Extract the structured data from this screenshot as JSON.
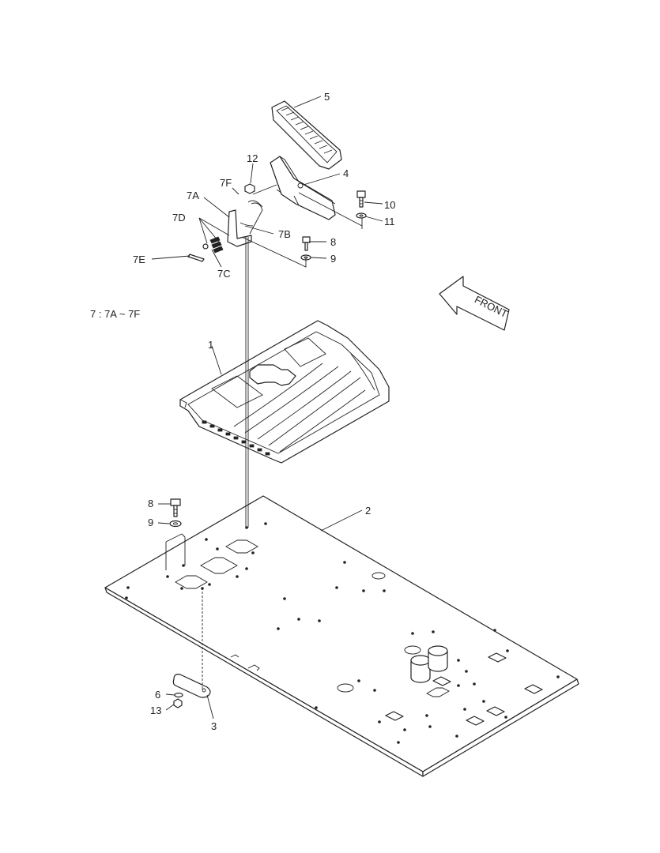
{
  "callouts": {
    "c1": "1",
    "c2": "2",
    "c3": "3",
    "c4": "4",
    "c5": "5",
    "c6": "6",
    "c7a": "7A",
    "c7b": "7B",
    "c7c": "7C",
    "c7d": "7D",
    "c7e": "7E",
    "c7f": "7F",
    "c8_upper": "8",
    "c8_lower": "8",
    "c9_upper": "9",
    "c9_lower": "9",
    "c10": "10",
    "c11": "11",
    "c12": "12",
    "c13": "13"
  },
  "group_note": "7 : 7A ~ 7F",
  "front_arrow_label": "FRONT"
}
